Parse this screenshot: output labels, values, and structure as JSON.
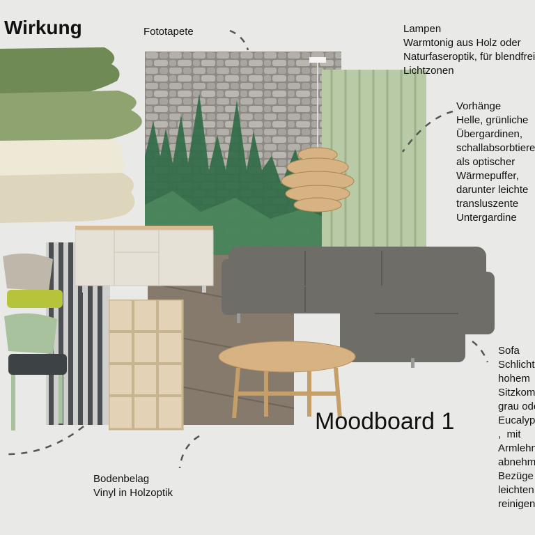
{
  "heading": "Wirkung",
  "title": "Moodboard 1",
  "labels": {
    "fototapete": "Fototapete",
    "lampen": "Lampen\nWarmtonig aus Holz oder\nNaturfaseroptik, für blendfreie\nLichtzonen",
    "vorhaenge": "Vorhänge\nHelle, grünliche\nÜbergardinen,\nschallabsorbtierend\nals optischer\nWärmepuffer,\ndarunter leichte\ntransluszente\nUntergardine",
    "sofa": "Sofa\nSchlicht mit\nhohem\nSitzkomfort,\ngrau oder\nEucalyptus\n,  mit\nArmlehnen,\nabnehmbare\nBezüge zum\nleichten\nreinigen",
    "bodenbelag": "Bodenbelag\nVinyl in Holzoptik"
  },
  "swatches": [
    "#6f8a54",
    "#8ea36f",
    "#ede9d6",
    "#ddd6bd"
  ],
  "colors": {
    "stone": "#9b9892",
    "forest": "#2f6a45",
    "curtain": "#b9caa6",
    "sofa": "#6f6d68",
    "wood": "#d7b384",
    "floor": "#857a6c",
    "sideboard": "#e6e1d6",
    "chair_green": "#a7c29c",
    "chair_yellow": "#b5c43a",
    "slats": "#4b4f52"
  }
}
